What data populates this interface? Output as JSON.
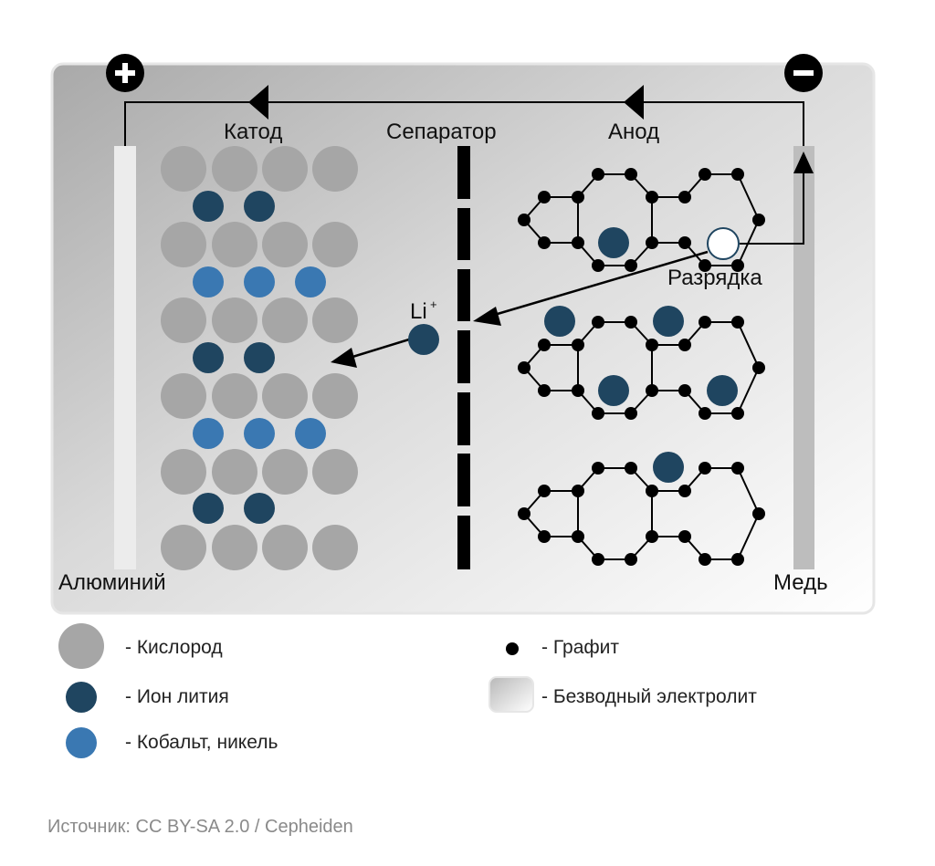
{
  "labels": {
    "cathode": "Катод",
    "separator": "Сепаратор",
    "anode": "Анод",
    "aluminium": "Алюминий",
    "copper": "Медь",
    "discharge": "Разрядка",
    "ion": "Li",
    "ion_charge": "+",
    "plus": "+",
    "minus": "−"
  },
  "legend": {
    "oxygen": "- Кислород",
    "lithium_ion": "- Ион лития",
    "cobalt_nickel": "- Кобальт, никель",
    "graphite": "- Графит",
    "electrolyte": "- Безводный электролит"
  },
  "source": "Источник: CC BY-SA 2.0 / Cepheiden",
  "colors": {
    "oxygen": "#a6a6a6",
    "lithium_ion": "#1f4560",
    "cobalt_nickel": "#3a78b2",
    "graphite": "#000000",
    "aluminium_collector": "#ececec",
    "copper_collector": "#bdbdbd",
    "wire": "#000000"
  },
  "icons": {
    "plus_terminal": "plus-icon",
    "minus_terminal": "minus-icon",
    "flow_arrows": "arrow-icon"
  }
}
